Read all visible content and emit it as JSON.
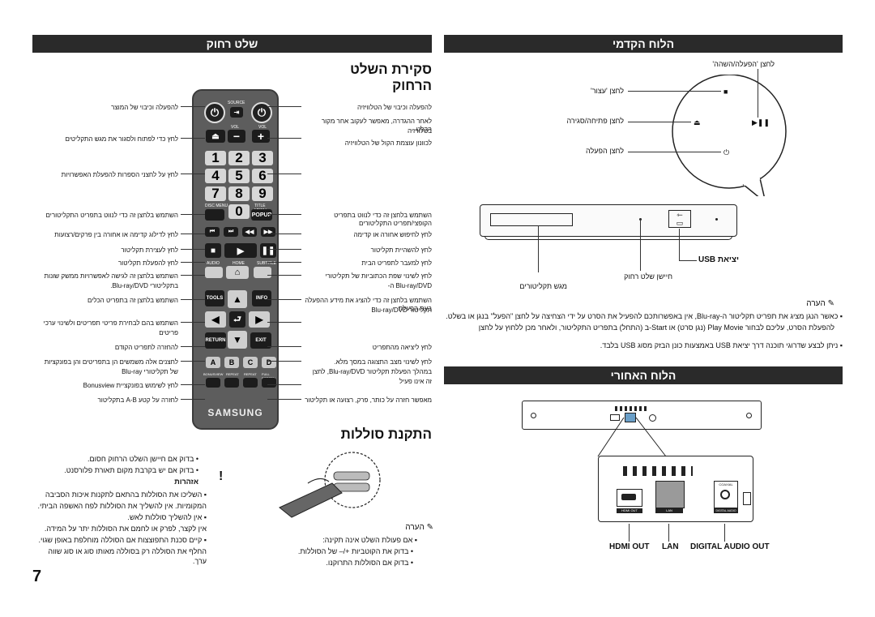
{
  "left_header": "שלט רחוק",
  "right_header": "הלוח הקדמי",
  "rear_header": "הלוח האחורי",
  "remote_title": "סקירת השלט הרחוק",
  "batteries_title": "התקנת סוללות",
  "page_number": "7",
  "remote_labels_left": [
    "להפעלה וכיבוי של המוצר",
    "לחץ כדי לפתוח ולסגור את מגש התקליטים",
    "לחץ על לחצני הספרות להפעלת האפשרויות",
    "השתמש בלחצן זה כדי לנווט בתפריט התקליטורים",
    "לחץ לדילוג קדימה או אחורה בין פרקים/רצועות",
    "לחץ לעצירת תקליטור",
    "לחץ להפעלת תקליטור",
    "השתמש בלחצן זה לגישה לאפשרויות ממשק שונות",
    "בתקליטורי Blu-ray/DVD.",
    "השתמש בלחצן זה בתפריט הכלים",
    "השתמש בהם לבחירת פריטי תפריטים ולשינוי ערכי",
    "פריטים",
    "להחזרה לתפריט הקודם",
    "לחצנים אלה משמשים הן בתפריטים והן בפונקציות",
    "של תקליטורי Blu-ray",
    "לחץ לשימוש בפונקציית Bonusview",
    "לחזרה על קטע A-B בתקליטור"
  ],
  "remote_labels_right": [
    "להפעלה וכיבוי של הטלוויזיה",
    "לאחר ההגדרה, מאפשר לעקוב אחר מקור הקלט",
    "בטלוויזיה",
    "לכוונון עוצמת הקול של הטלוויזיה",
    "השתמש בלחצן זה כדי לנווט בתפריט הקופצי/תפריט התקליטורים",
    "לחץ לחיפוש אחורה או קדימה",
    "לחץ להשהיית תקליטור",
    "לחץ למעבר לתפריט הבית",
    "לחץ לשינוי שפת הכתוביות של תקליטורי",
    "Blu-ray/DVD ה-",
    "השתמש בלחצן זה כדי להציג את מידע ההפעלה בעת הפעלת",
    "תקליטור Blu-ray/DVD",
    "לחץ ליציאה מהתפריט",
    "לחץ לשינוי מצב התצוגה במסך מלא.",
    "במהלך הפעלת תקליטור Blu-ray/DVD, לחצן",
    "זה אינו פעיל",
    "מאפשר חזרה על כותר, פרק, רצועה או תקליטור"
  ],
  "remote_buttons": {
    "source": "SOURCE",
    "vol": "VOL",
    "digits": [
      "1",
      "2",
      "3",
      "4",
      "5",
      "6",
      "7",
      "8",
      "9",
      "0"
    ],
    "disc_menu": "DISC MENU",
    "title_menu": "TITLE MENU",
    "popup": "POPUP",
    "audio": "AUDIO",
    "home": "HOME",
    "subtitle": "SUBTITLE",
    "tools": "TOOLS",
    "info": "INFO",
    "return": "RETURN",
    "exit": "EXIT",
    "a": "A",
    "b": "B",
    "c": "C",
    "d": "D",
    "bonusview": "BONUSVIEW",
    "repeat_ab": "REPEAT",
    "repeat": "REPEAT",
    "full_screen": "FULL SCREEN",
    "brand": "SAMSUNG"
  },
  "front_labels": {
    "play_pause": "לחצן 'הפעלה/השהה'",
    "stop": "לחצן 'עצור'",
    "open_close": "לחצן פתיחה/סגירה",
    "power": "לחצן הפעלה",
    "usb": "יציאת USB",
    "remote_sensor": "חיישן שלט רחוק",
    "disc_tray": "מגש תקליטורים"
  },
  "front_note_title": "הערה",
  "front_notes": [
    "כאשר הנגן מציג את תפריט תקליטור ה-Blu-ray, אין באפשרותכם להפעיל את הסרט על ידי הצחיצה על לחצן \"הפעל\" בנגן או בשלט.",
    "להפעלת הסרט, עליכם לבחור Play Movie (נגן סרט) או Start-ב (התחל) בתפריט התקליטור, ולאחר מכן ללחוץ על לחצן",
    "ניתן לבצע שדרוגי תוכנה דרך יציאת USB באמצעות כונן הבזק מסוג USB בלבד."
  ],
  "rear_labels": {
    "hdmi": "HDMI OUT",
    "lan": "LAN",
    "digital": "DIGITAL AUDIO OUT",
    "coaxial": "COAXIAL",
    "hdmi_small": "HDMI OUT",
    "lan_small": "LAN",
    "digital_small": "DIGITAL AUDIO OUT"
  },
  "battery_bullets": [
    "בדוק אם חיישן השלט הרחוק חסום.",
    "בדוק אם יש בקרבת מקום תאורת פלורסנט."
  ],
  "battery_note_title": "הערה",
  "battery_note_lines": [
    "אם פעולת השלט אינה תקינה:",
    "בדוק את הקוטביות +/– של הסוללות.",
    "בדוק אם הסוללות התרוקנו."
  ],
  "warnings_title": "אזהרות",
  "warnings": [
    "השליכו את הסוללות בהתאם לתקנות איכות הסביבה",
    "המקומיות. אין להשליך את הסוללות לפח האשפה הביתי.",
    "אין להשליך סוללות לאש.",
    "אין לקצר, לפרק או לחמם את הסוללות יתר על המידה.",
    "קיים סכנת התפוצצות אם הסוללה מוחלפת באופן שגוי.",
    "החלף את הסוללה רק בסוללה מאותו סוג או סוג שווה ערך."
  ]
}
